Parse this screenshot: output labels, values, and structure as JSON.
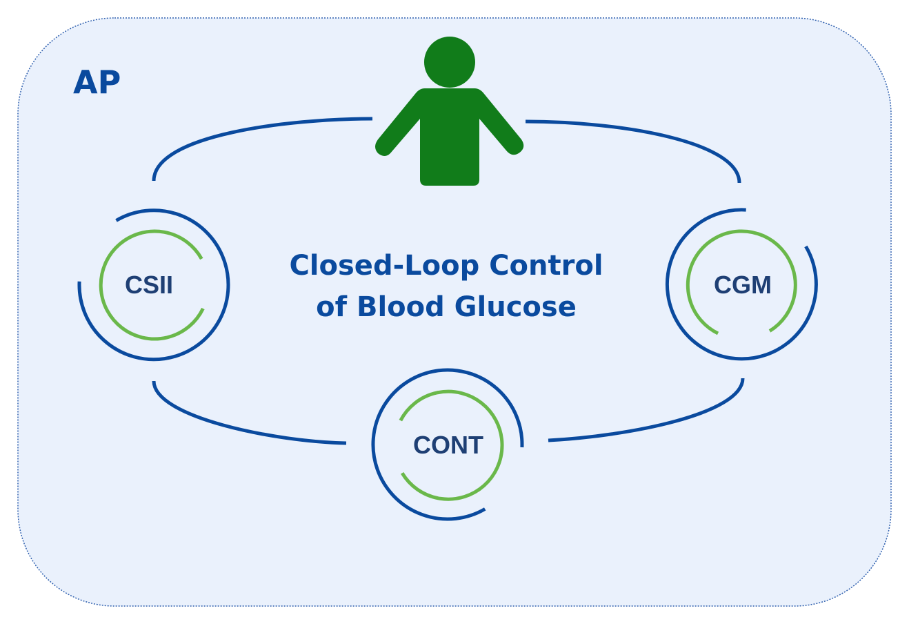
{
  "diagram": {
    "container_label": "AP",
    "title_line1": "Closed-Loop Control",
    "title_line2": "of Blood Glucose",
    "center_icon": "person-icon",
    "nodes": {
      "csii": "CSII",
      "cgm": "CGM",
      "cont": "CONT"
    }
  },
  "colors": {
    "background": "#eaf1fc",
    "border": "#2e5fae",
    "loop": "#0a4a9e",
    "inner_ring": "#6ab84a",
    "person": "#117c1a",
    "title_text": "#0a4a9e",
    "node_text": "#1e3f74"
  }
}
